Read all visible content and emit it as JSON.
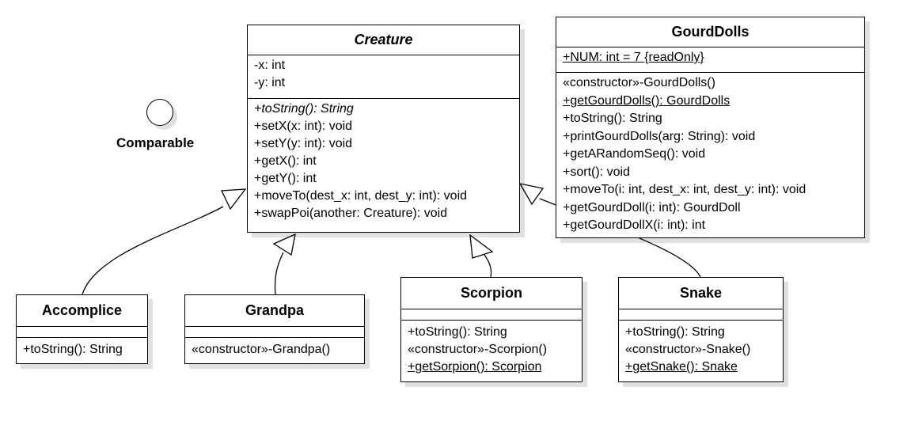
{
  "interface": {
    "name": "Comparable"
  },
  "classes": {
    "creature": {
      "name": "Creature",
      "attributes": [
        "-x: int",
        "-y: int"
      ],
      "methods": [
        {
          "text": "+toString(): String",
          "italic": true
        },
        {
          "text": "+setX(x: int): void"
        },
        {
          "text": "+setY(y: int): void"
        },
        {
          "text": "+getX(): int"
        },
        {
          "text": "+getY(): int"
        },
        {
          "text": "+moveTo(dest_x: int, dest_y: int): void"
        },
        {
          "text": "+swapPoi(another: Creature): void"
        }
      ]
    },
    "gourddolls": {
      "name": "GourdDolls",
      "attributes": [
        {
          "text": "+NUM: int = 7 {readOnly}",
          "underline": true
        }
      ],
      "methods": [
        {
          "text": "«constructor»-GourdDolls()"
        },
        {
          "text": "+getGourdDolls(): GourdDolls",
          "underline": true
        },
        {
          "text": "+toString(): String"
        },
        {
          "text": "+printGourdDolls(arg: String): void"
        },
        {
          "text": "+getARandomSeq(): void"
        },
        {
          "text": "+sort(): void"
        },
        {
          "text": "+moveTo(i: int, dest_x: int, dest_y: int): void"
        },
        {
          "text": "+getGourdDoll(i: int): GourdDoll"
        },
        {
          "text": "+getGourdDollX(i: int): int"
        }
      ]
    },
    "accomplice": {
      "name": "Accomplice",
      "methods": [
        {
          "text": "+toString(): String"
        }
      ]
    },
    "grandpa": {
      "name": "Grandpa",
      "methods": [
        {
          "text": "«constructor»-Grandpa()"
        }
      ]
    },
    "scorpion": {
      "name": "Scorpion",
      "methods": [
        {
          "text": "+toString(): String"
        },
        {
          "text": "«constructor»-Scorpion()"
        },
        {
          "text": "+getSorpion(): Scorpion",
          "underline": true
        }
      ]
    },
    "snake": {
      "name": "Snake",
      "methods": [
        {
          "text": "+toString(): String"
        },
        {
          "text": "«constructor»-Snake()"
        },
        {
          "text": "+getSnake(): Snake",
          "underline": true
        }
      ]
    }
  },
  "relations": [
    {
      "from": "Accomplice",
      "to": "Creature",
      "type": "generalization"
    },
    {
      "from": "Grandpa",
      "to": "Creature",
      "type": "generalization"
    },
    {
      "from": "Scorpion",
      "to": "Creature",
      "type": "generalization"
    },
    {
      "from": "Snake",
      "to": "Creature",
      "type": "generalization"
    }
  ]
}
